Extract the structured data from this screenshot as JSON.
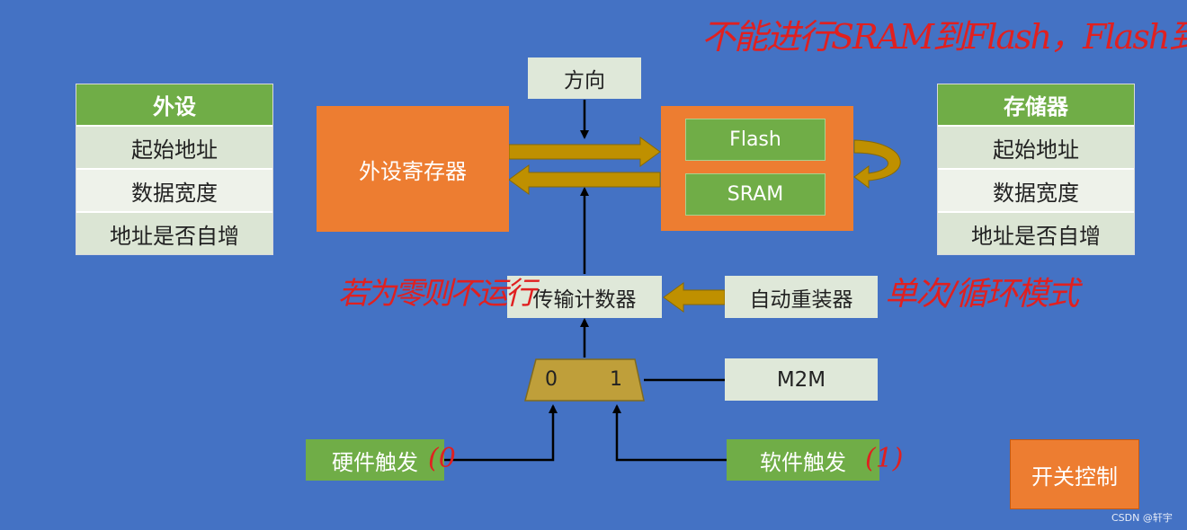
{
  "peripheral_table": {
    "header": "外设",
    "rows": [
      "起始地址",
      "数据宽度",
      "地址是否自增"
    ]
  },
  "memory_table": {
    "header": "存储器",
    "rows": [
      "起始地址",
      "数据宽度",
      "地址是否自增"
    ]
  },
  "direction_label": "方向",
  "peripheral_register_label": "外设寄存器",
  "memory_blocks": {
    "flash": "Flash",
    "sram": "SRAM"
  },
  "transfer_counter_label": "传输计数器",
  "auto_reload_label": "自动重装器",
  "mux": {
    "input0": "0",
    "input1": "1"
  },
  "m2m_label": "M2M",
  "hardware_trigger_label": "硬件触发",
  "software_trigger_label": "软件触发",
  "switch_control_label": "开关控制",
  "handwritten": {
    "top_note": "不能进行SRAM到Flash，Flash到",
    "left_note": "若为零则不运行",
    "right_note": "单次/循环模式",
    "hw_note": "(0",
    "sw_note": "(1)"
  },
  "watermark": "CSDN @轩宇",
  "colors": {
    "background": "#4472c4",
    "orange": "#ed7d31",
    "green": "#70ad47",
    "arrow_gold": "#bf9000",
    "handwriting_red": "#e02020"
  }
}
